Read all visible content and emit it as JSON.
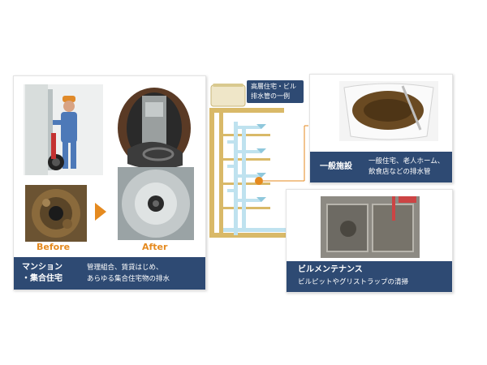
{
  "left_card": {
    "before_label": "Before",
    "after_label": "After",
    "title_line1": "マンション",
    "title_line2": "・集合住宅",
    "desc_line1": "管理組合、賃貸はじめ、",
    "desc_line2": "あらゆる集合住宅物の排水"
  },
  "diagram": {
    "label_line1": "高層住宅・ビル",
    "label_line2": "排水管の一例"
  },
  "right_top_card": {
    "title": "一般施設",
    "desc_line1": "一般住宅、老人ホーム、",
    "desc_line2": "飲食店などの排水管"
  },
  "right_bottom_card": {
    "title": "ビルメンテナンス",
    "desc": "ビルピットやグリストラップの清掃"
  },
  "colors": {
    "caption_bg": "#2e4a73",
    "accent_orange": "#e58a1f",
    "pipe_gold": "#d9b968",
    "pipe_blue": "#bfe2ef"
  }
}
